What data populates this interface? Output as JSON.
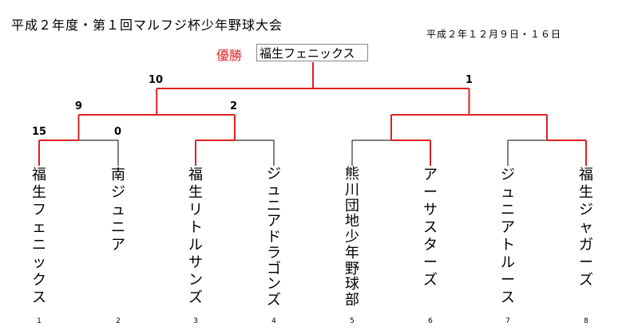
{
  "header": {
    "title": "平成２年度・第１回マルフジ杯少年野球大会",
    "date": "平成２年１２月９日・１６日"
  },
  "champion": {
    "label": "優勝",
    "team": "福生フェニックス"
  },
  "colors": {
    "winner_line": "#e02020",
    "loser_line": "#000000"
  },
  "teams": [
    {
      "name": "福生フェニックス",
      "seed": "1",
      "chars": [
        "福",
        "生",
        "フ",
        "ェ",
        "ニ",
        "ッ",
        "ク",
        "ス"
      ]
    },
    {
      "name": "南ジュニア",
      "seed": "2",
      "chars": [
        "南",
        "ジ",
        "ュ",
        "ニ",
        "ア"
      ]
    },
    {
      "name": "福生リトルサンズ",
      "seed": "3",
      "chars": [
        "福",
        "生",
        "リ",
        "ト",
        "ル",
        "サ",
        "ン",
        "ズ"
      ]
    },
    {
      "name": "ジュニアドラゴンズ",
      "seed": "4",
      "chars": [
        "ジ",
        "ュ",
        "ニ",
        "ア",
        "ド",
        "ラ",
        "ゴ",
        "ン",
        "ズ"
      ]
    },
    {
      "name": "熊川団地少年野球部",
      "seed": "5",
      "chars": [
        "熊",
        "川",
        "団",
        "地",
        "少",
        "年",
        "野",
        "球",
        "部"
      ]
    },
    {
      "name": "アーサスターズ",
      "seed": "6",
      "chars": [
        "ア",
        "ー",
        "サ",
        "ス",
        "タ",
        "ー",
        "ズ"
      ]
    },
    {
      "name": "ジュニアトルース",
      "seed": "7",
      "chars": [
        "ジ",
        "ュ",
        "ニ",
        "ア",
        "ト",
        "ル",
        "ー",
        "ス"
      ]
    },
    {
      "name": "福生ジャガーズ",
      "seed": "8",
      "chars": [
        "福",
        "生",
        "ジ",
        "ャ",
        "ガ",
        "ー",
        "ズ"
      ]
    }
  ],
  "scores": {
    "r1_m1_left": "15",
    "r1_m1_right": "0",
    "r2_m1_left": "9",
    "r2_m1_right": "2",
    "final_left": "10",
    "final_right": "1"
  }
}
